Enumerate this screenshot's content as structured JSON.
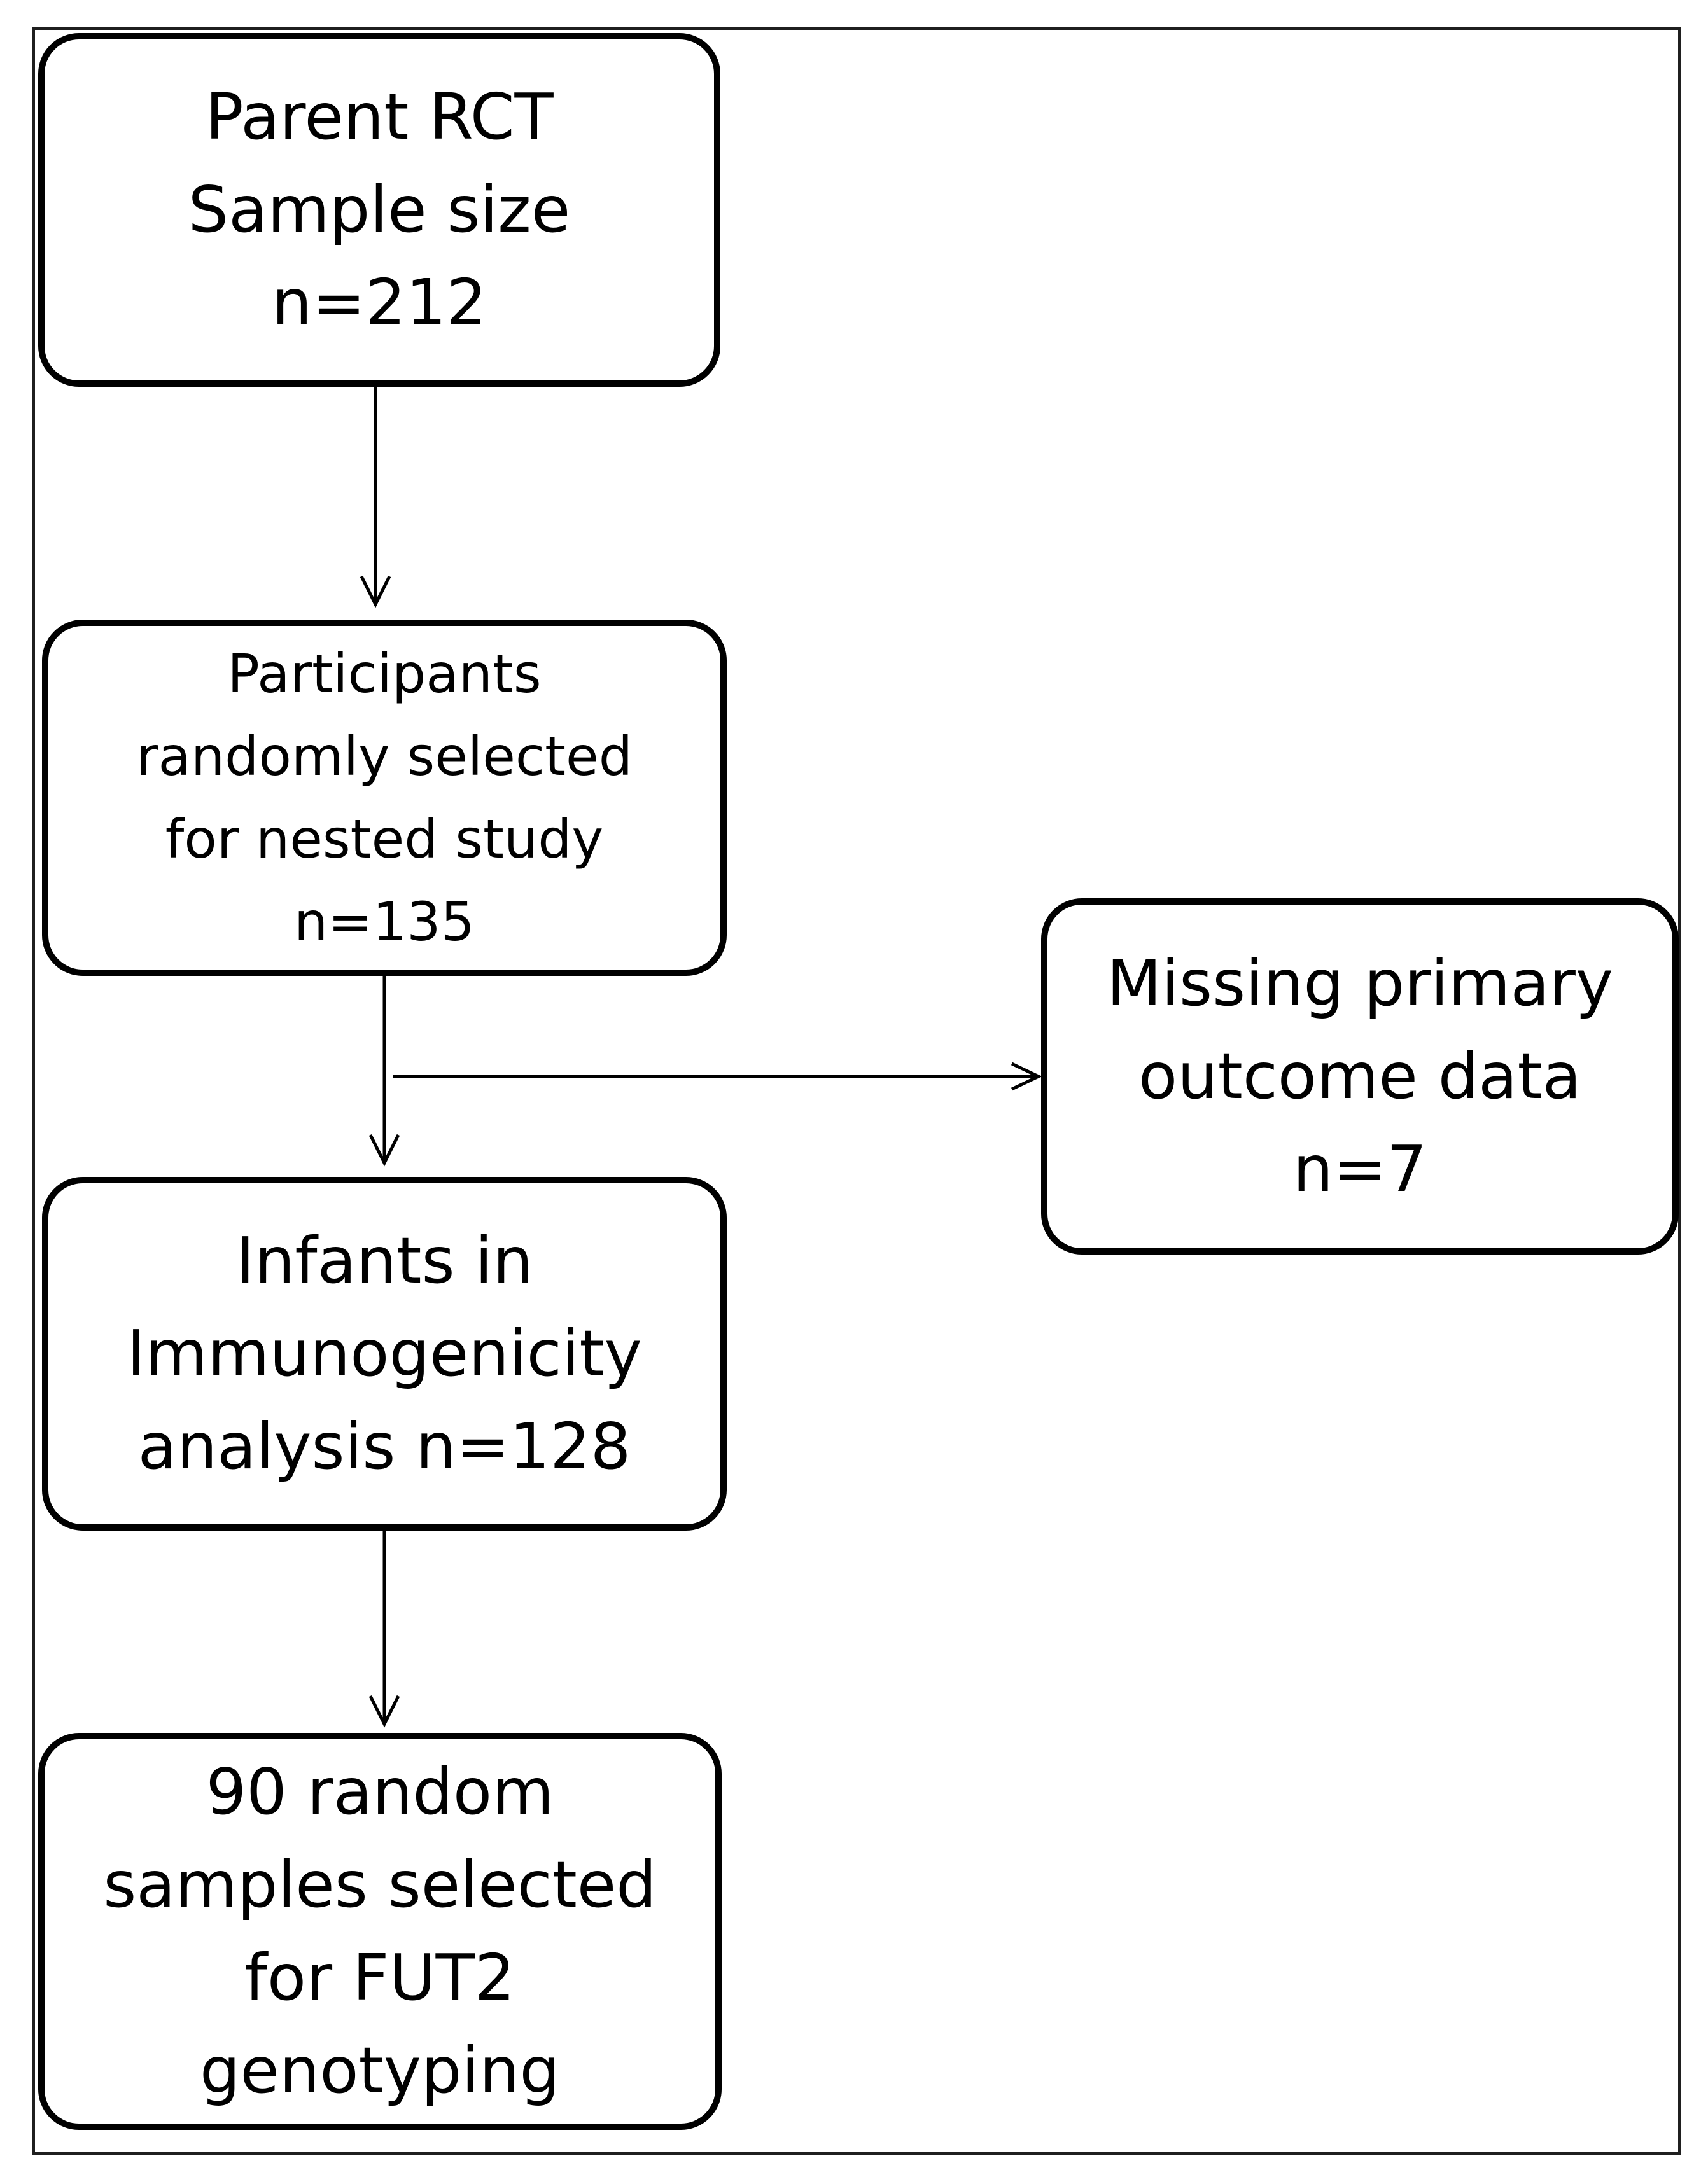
{
  "boxes": {
    "parent_rct": {
      "lines": [
        "Parent RCT",
        "Sample size",
        "n=212"
      ]
    },
    "participants": {
      "lines": [
        "Participants",
        "randomly selected",
        "for nested study",
        "n=135"
      ]
    },
    "missing": {
      "lines": [
        "Missing primary",
        "outcome data",
        "n=7"
      ]
    },
    "infants": {
      "lines": [
        "Infants in",
        "Immunogenicity",
        "analysis n=128"
      ]
    },
    "fut2": {
      "lines": [
        "90 random",
        "samples selected",
        "for FUT2",
        "genotyping"
      ]
    }
  }
}
